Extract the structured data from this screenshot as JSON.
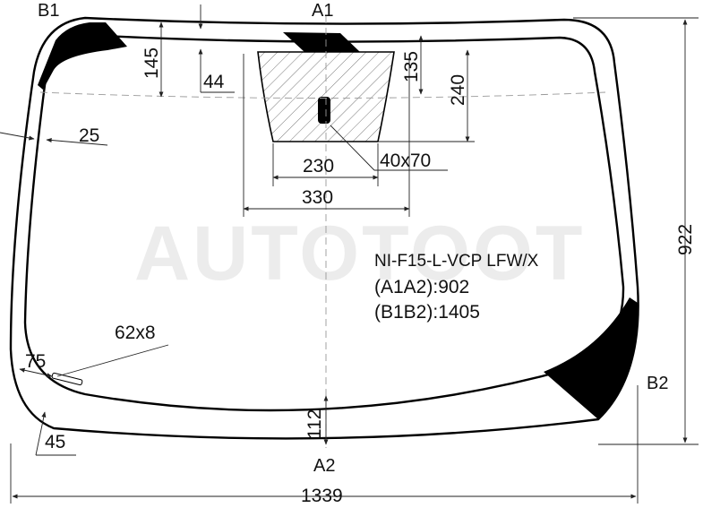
{
  "watermark": "AUTOTOOT",
  "part_code": "NI-F15-L-VCP LFW/X",
  "measure_a": "(A1A2):902",
  "measure_b": "(B1B2):1405",
  "points": {
    "a1": "A1",
    "a2": "A2",
    "b1": "B1",
    "b2": "B2"
  },
  "dimensions": {
    "d145": "145",
    "d44": "44",
    "d135": "135",
    "d240": "240",
    "d25": "25",
    "d230": "230",
    "d330": "330",
    "d40x70": "40x70",
    "d922": "922",
    "d62x8": "62x8",
    "d75": "75",
    "d45": "45",
    "d112": "112",
    "d1339": "1339"
  },
  "colors": {
    "line": "#000000",
    "fill_black": "#000000",
    "watermark": "#ececec",
    "dash": "#999999"
  }
}
